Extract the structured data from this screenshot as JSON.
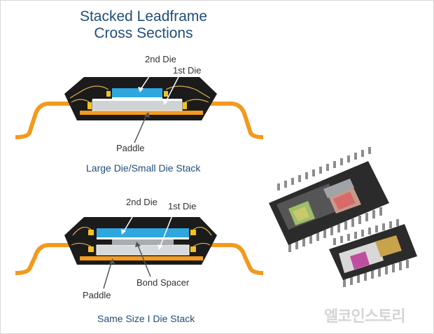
{
  "title": {
    "line1": "Stacked Leadframe",
    "line2": "Cross Sections"
  },
  "diagram_top": {
    "caption": "Large Die/Small Die Stack",
    "labels": {
      "die2": "2nd Die",
      "die1": "1st Die",
      "paddle": "Paddle"
    }
  },
  "diagram_bottom": {
    "caption": "Same Size I Die Stack",
    "labels": {
      "die2": "2nd Die",
      "die1": "1st Die",
      "spacer": "Bond Spacer",
      "paddle": "Paddle"
    }
  },
  "watermark": "엘코인스토리",
  "colors": {
    "mold": "#1b1b1b",
    "lead": "#f39a1e",
    "die": "#2ea6e0",
    "die_silver": "#cfd3d6",
    "title": "#1f4e79"
  }
}
